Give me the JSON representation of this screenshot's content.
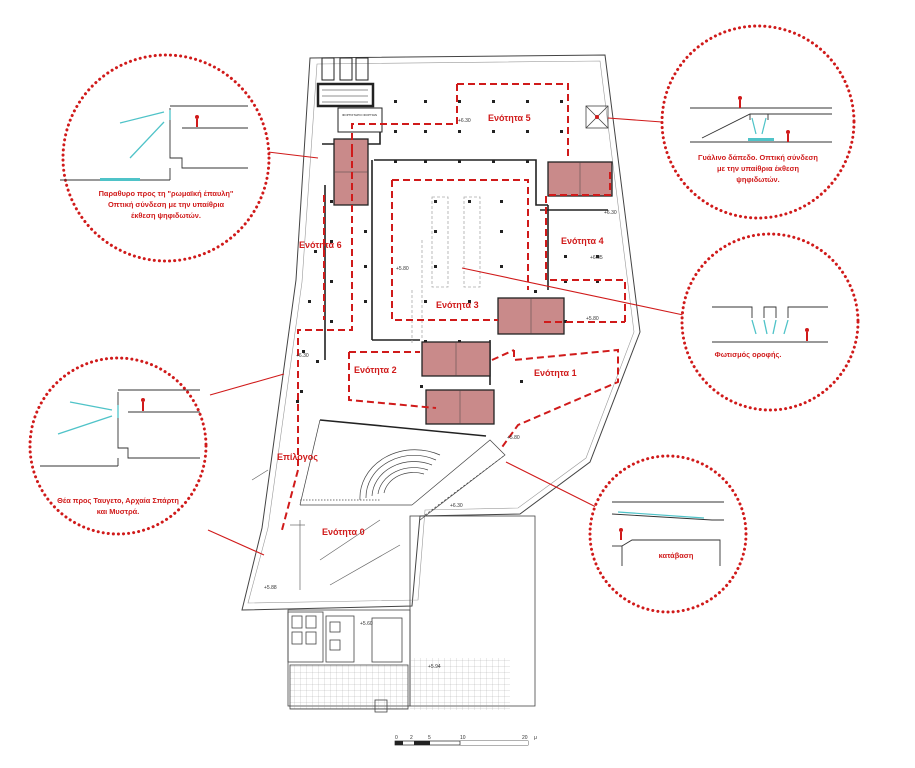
{
  "zones": [
    {
      "id": "z5",
      "label": "Ενότητα 5"
    },
    {
      "id": "z4",
      "label": "Ενότητα 4"
    },
    {
      "id": "z6",
      "label": "Ενότητα 6"
    },
    {
      "id": "z3",
      "label": "Ενότητα 3"
    },
    {
      "id": "z2",
      "label": "Ενότητα 2"
    },
    {
      "id": "z1",
      "label": "Ενότητα 1"
    },
    {
      "id": "z0",
      "label": "Ενότητα 0"
    },
    {
      "id": "epilogue",
      "label": "Επίλογος"
    }
  ],
  "callouts": [
    {
      "id": "roman-window",
      "lines": [
        "Παραθυρο προς τη \"ρωμαϊκή έπαυλη\"",
        "Οπτική σύνδεση με την υπαίθρια",
        "έκθεση ψηφιδωτών."
      ]
    },
    {
      "id": "glass-floor",
      "lines": [
        "Γυάλινο δάπεδο. Οπτική σύνδεση",
        "με την υπαίθρια έκθεση",
        "ψηφιδωτών."
      ]
    },
    {
      "id": "roof-light",
      "lines": [
        "Φωτισμός οροφής."
      ]
    },
    {
      "id": "view-taygetos",
      "lines": [
        "Θέα προς Ταυγετο, Αρχαία Σπάρτη",
        "και Μυστρά."
      ]
    },
    {
      "id": "descent",
      "lines": [
        "κατάβαση"
      ]
    }
  ],
  "levels": [
    "+6.30",
    "+6.30",
    "+6.05",
    "+5.80",
    "+5.80",
    "+6.30",
    "+5.80",
    "+6.30",
    "+5.88",
    "+5.60",
    "+5.94"
  ],
  "room_label": "ΦΟΡΤΙΣΤΗΡΙΟ ΦΟΡΤΙΩΝ",
  "scale": {
    "ticks": [
      "0",
      "2",
      "5",
      "10",
      "20"
    ],
    "unit": "μ"
  },
  "colors": {
    "accent_red": "#d01a1a",
    "box_fill": "#c98a8a",
    "cyan": "#4fc3c8"
  }
}
